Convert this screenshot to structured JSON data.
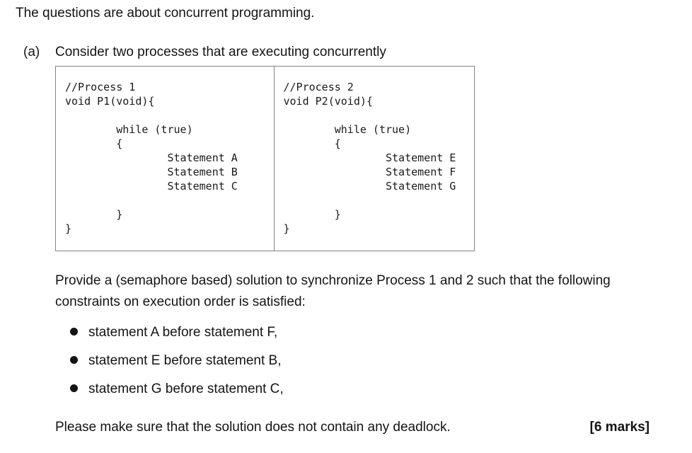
{
  "page": {
    "intro": "The questions are about concurrent programming.",
    "part_label": "(a)",
    "part_text": "Consider two processes that are executing concurrently",
    "code": {
      "process1": "//Process 1\nvoid P1(void){\n\n        while (true)\n        {\n                Statement A\n                Statement B\n                Statement C\n\n        }\n}",
      "process2": "//Process 2\nvoid P2(void){\n\n        while (true)\n        {\n                Statement E\n                Statement F\n                Statement G\n\n        }\n}"
    },
    "prompt": "Provide a (semaphore based) solution to synchronize Process 1 and 2 such that the following constraints on execution order is satisfied:",
    "constraints": [
      "statement A before statement F,",
      "statement E before statement B,",
      "statement G before statement C,"
    ],
    "closing": "Please make sure that the solution does not contain any deadlock.",
    "marks": "[6 marks]"
  }
}
